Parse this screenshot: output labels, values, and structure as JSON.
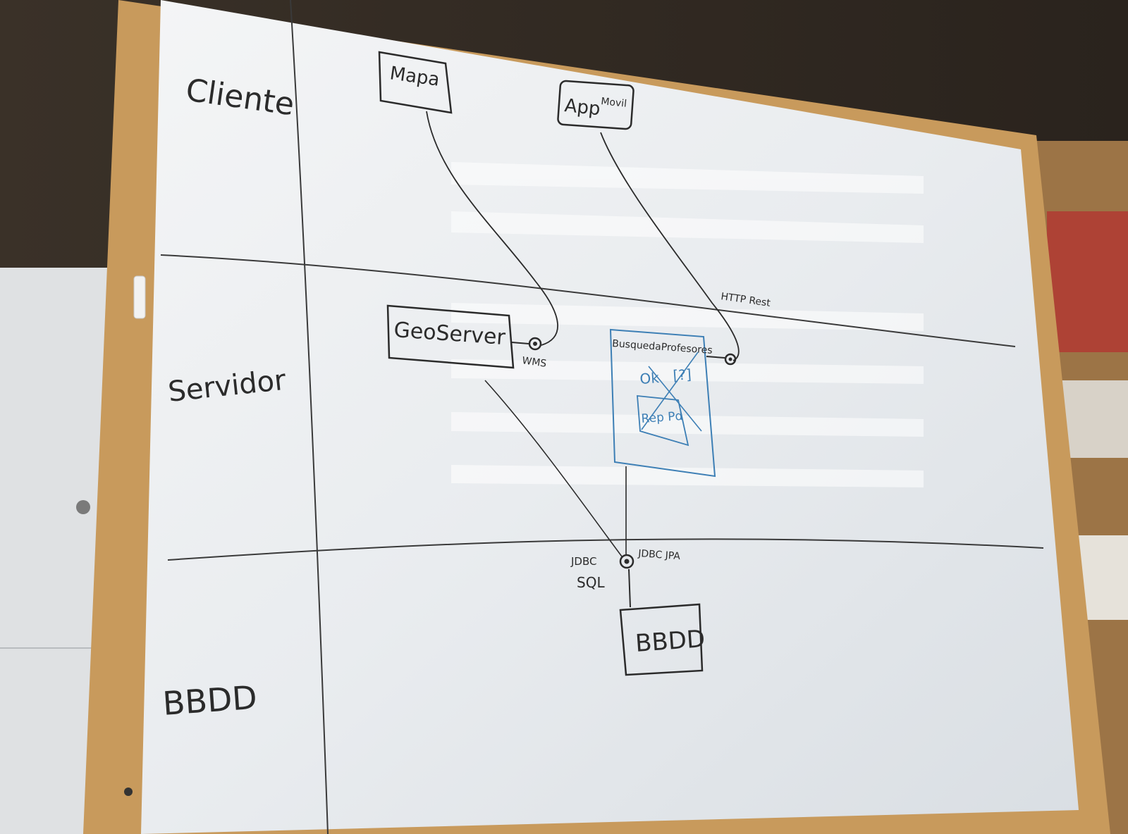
{
  "whiteboard": {
    "zones": {
      "client": "Cliente",
      "server": "Servidor",
      "database": "BBDD"
    },
    "boxes": {
      "map": "Mapa",
      "mobile_app_main": "App",
      "mobile_app_sub": "Movil",
      "geoserver": "GeoServer",
      "search_service": "BusquedaProfesores",
      "inner_box_left": "Ok",
      "inner_box_right": "[?]",
      "inner_box_bottom": "Rep Pd",
      "database_box": "BBDD"
    },
    "connections": {
      "geoserver_protocol": "WMS",
      "search_protocol": "HTTP Rest",
      "db_left_line1": "JDBC",
      "db_left_line2": "SQL",
      "db_right": "JDBC JPA"
    },
    "colors": {
      "marker_black": "#2b2b2b",
      "marker_blue": "#3d7fb5",
      "board": "#eef0f2",
      "frame": "#c89a5c"
    }
  }
}
